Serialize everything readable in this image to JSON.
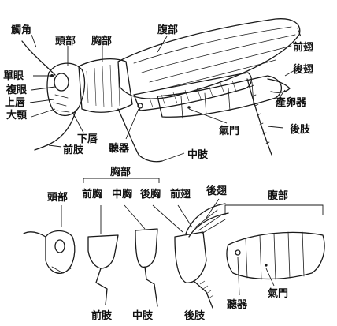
{
  "labels": {
    "antenna": "觸角",
    "head": "頭部",
    "thorax": "胸部",
    "abdomen": "腹部",
    "forewing": "前翅",
    "hindwing": "後翅",
    "ocellus": "單眼",
    "compound_eye": "複眼",
    "upper_lip": "上唇",
    "mandible": "大顎",
    "lower_lip": "下唇",
    "tympanum": "聽器",
    "spiracle": "氣門",
    "ovipositor": "產卵器",
    "foreleg": "前肢",
    "midleg": "中肢",
    "hindleg": "後肢"
  },
  "parts_row": {
    "thorax": "胸部",
    "head": "頭部",
    "prothorax": "前胸",
    "mesothorax": "中胸",
    "metathorax": "後胸",
    "forewing": "前翅",
    "hindwing": "後翅",
    "abdomen": "腹部",
    "foreleg": "前肢",
    "midleg": "中肢",
    "hindleg": "後肢",
    "tympanum": "聽器",
    "spiracle": "氣門"
  }
}
